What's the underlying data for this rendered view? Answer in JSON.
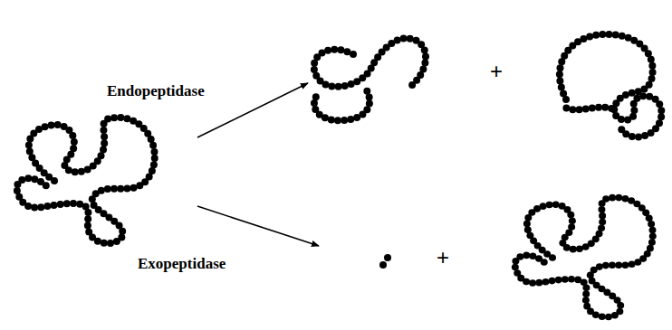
{
  "diagram": {
    "labels": [
      "Endopeptidase",
      "+",
      "Exopeptidase",
      "+"
    ]
  }
}
